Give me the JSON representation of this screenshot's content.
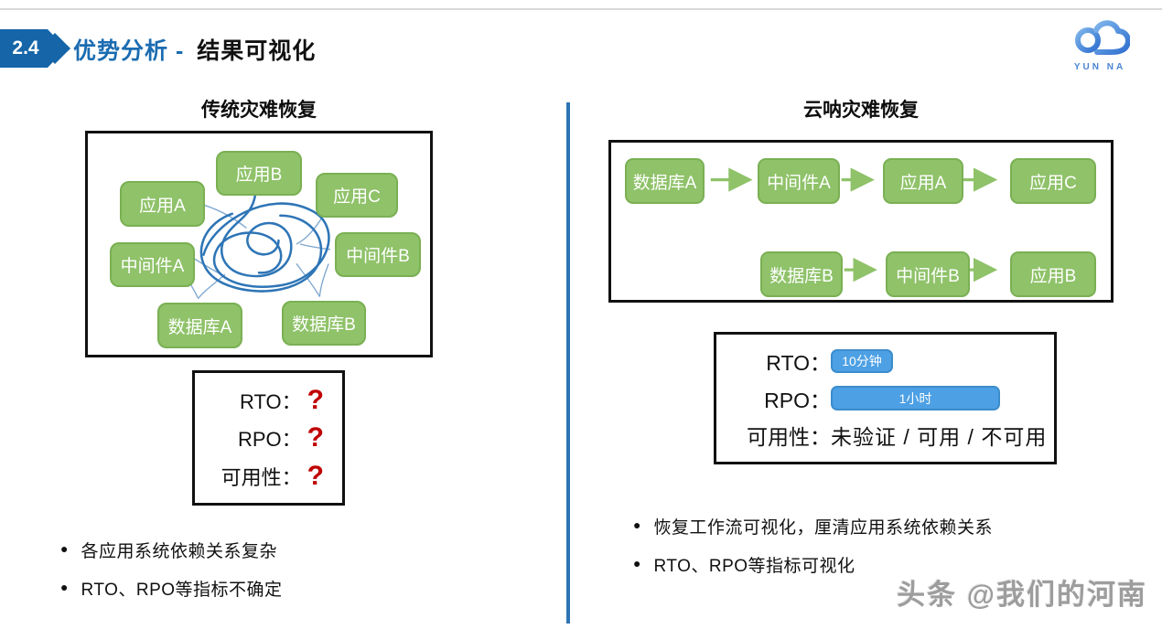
{
  "header": {
    "section_number": "2.4",
    "title_highlight": "优势分析 -",
    "title_rest": "结果可视化"
  },
  "logo": {
    "text": "YUN NA"
  },
  "left": {
    "heading": "传统灾难恢复",
    "nodes": {
      "app_a": "应用A",
      "app_b": "应用B",
      "app_c": "应用C",
      "mw_a": "中间件A",
      "mw_b": "中间件B",
      "db_a": "数据库A",
      "db_b": "数据库B"
    },
    "metrics": [
      {
        "label": "RTO：",
        "value": "?"
      },
      {
        "label": "RPO：",
        "value": "?"
      },
      {
        "label": "可用性：",
        "value": "?"
      }
    ],
    "bullets": [
      "各应用系统依赖关系复杂",
      "RTO、RPO等指标不确定"
    ]
  },
  "right": {
    "heading": "云呐灾难恢复",
    "flow_rows": [
      [
        "数据库A",
        "中间件A",
        "应用A",
        "应用C"
      ],
      [
        "数据库B",
        "中间件B",
        "应用B"
      ]
    ],
    "metrics": {
      "rto_label": "RTO：",
      "rto_value": "10分钟",
      "rpo_label": "RPO：",
      "rpo_value": "1小时",
      "availability_label": "可用性：",
      "availability_value": "未验证 / 可用 / 不可用"
    },
    "bullets": [
      "恢复工作流可视化，厘清应用系统依赖关系",
      "RTO、RPO等指标可视化"
    ]
  },
  "bullet_icon": "●",
  "watermark": "头条 @我们的河南",
  "colors": {
    "accent_blue": "#1565a8",
    "title_blue": "#1b6cb1",
    "divider_blue": "#2e74b5",
    "node_green": "#8fc269",
    "node_border_green": "#7ab053",
    "bar_blue": "#4da0e4",
    "question_red": "#c00000",
    "watermark_gray": "#9d9d9d"
  }
}
